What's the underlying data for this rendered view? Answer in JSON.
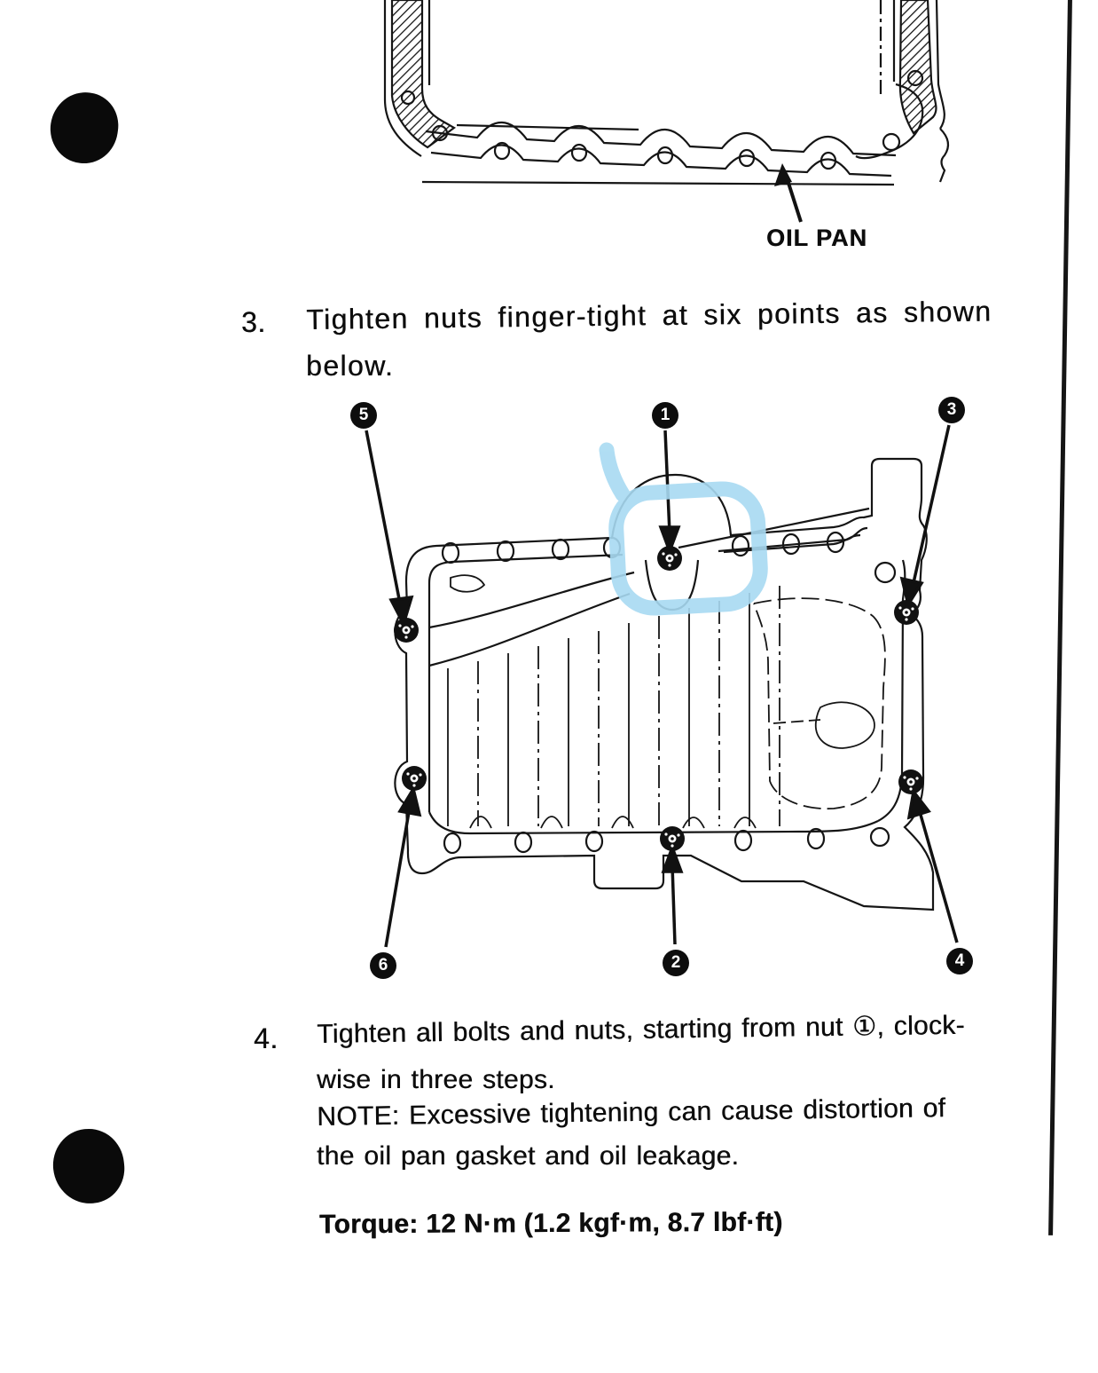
{
  "page": {
    "background": "#ffffff",
    "ink": "#0d0d0d"
  },
  "top_figure": {
    "label": "OIL PAN"
  },
  "step3": {
    "number": "3.",
    "lines": [
      "Tighten nuts finger-tight at six points as shown",
      "below."
    ]
  },
  "main_figure": {
    "callouts": [
      {
        "label": "5"
      },
      {
        "label": "1"
      },
      {
        "label": "3"
      },
      {
        "label": "6"
      },
      {
        "label": "2"
      },
      {
        "label": "4"
      }
    ],
    "highlight_color": "#A8DAF2"
  },
  "step4": {
    "number": "4.",
    "lines": [
      "Tighten all bolts and nuts, starting from nut ①, clock-",
      "wise in three steps."
    ],
    "note_lines": [
      "NOTE: Excessive tightening can cause distortion of",
      "the oil pan gasket and oil leakage."
    ]
  },
  "torque": {
    "text": "Torque: 12 N·m (1.2 kgf·m, 8.7 lbf·ft)"
  }
}
